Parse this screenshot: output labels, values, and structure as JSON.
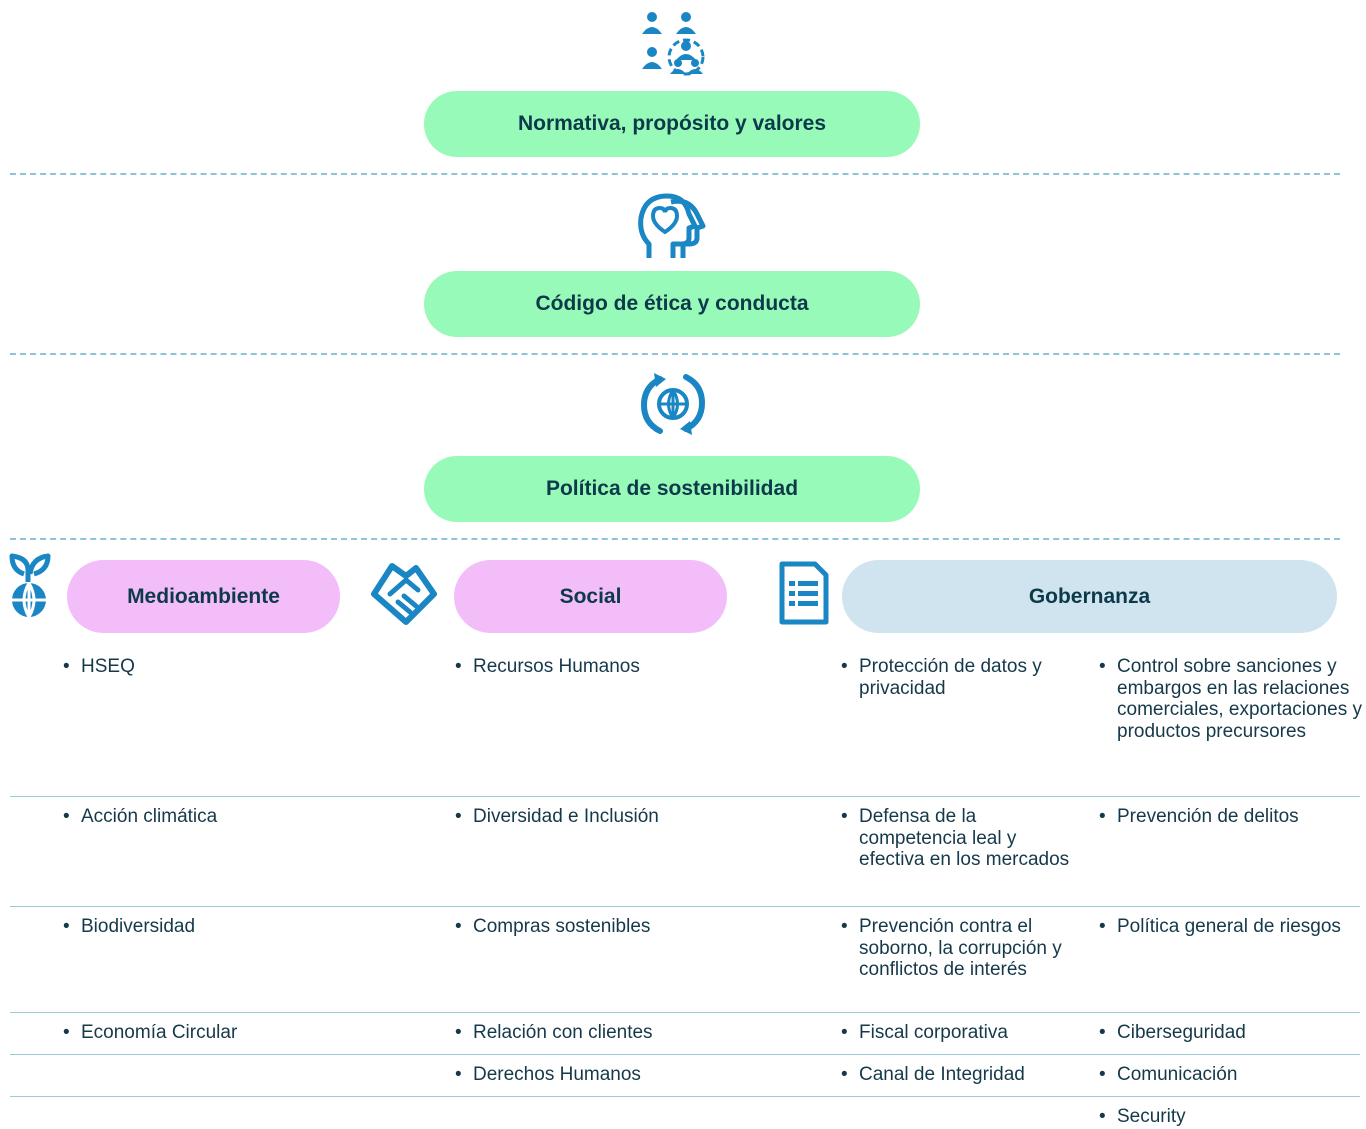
{
  "top_levels": [
    {
      "label": "Normativa, propósito y valores",
      "icon": "people-network-icon"
    },
    {
      "label": "Código de ética y conducta",
      "icon": "heads-heart-icon"
    },
    {
      "label": "Política de sostenibilidad",
      "icon": "globe-cycle-icon"
    }
  ],
  "pillars": {
    "environment": {
      "label": "Medioambiente",
      "icon": "plant-globe-icon",
      "items": [
        "HSEQ",
        "Acción climática",
        "Biodiversidad",
        "Economía Circular"
      ]
    },
    "social": {
      "label": "Social",
      "icon": "handshake-icon",
      "items": [
        "Recursos Humanos",
        "Diversidad e Inclusión",
        "Compras sostenibles",
        "Relación con clientes",
        "Derechos Humanos"
      ]
    },
    "governance": {
      "label": "Gobernanza",
      "icon": "document-list-icon",
      "col1": [
        "Protección de datos y privacidad",
        "Defensa de la competencia leal y efectiva en los mercados",
        "Prevención contra el soborno, la corrupción y conflictos de interés",
        "Fiscal corporativa",
        "Canal de Integridad"
      ],
      "col2": [
        "Control sobre sanciones y embargos en las relaciones comerciales, exportaciones y productos precursores",
        "Prevención de delitos",
        "Política general de riesgos",
        "Ciberseguridad",
        "Comunicación",
        "Security"
      ]
    }
  },
  "colors": {
    "icon_blue": "#1a86c4",
    "pill_green": "#98fab9",
    "pill_pink": "#f3bdf9",
    "pill_blue": "#cfe4ef",
    "text_dark": "#0d3a4a"
  }
}
